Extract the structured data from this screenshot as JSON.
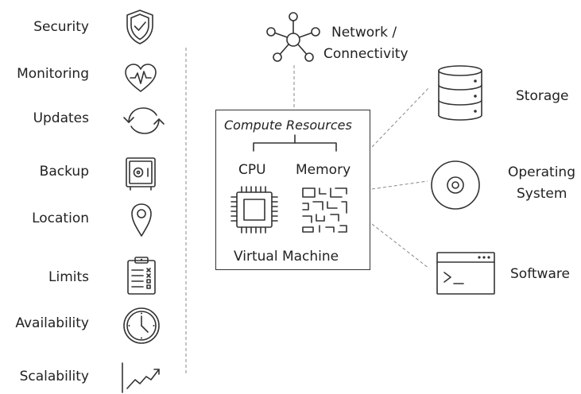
{
  "left_list": {
    "items": [
      {
        "label": "Security",
        "icon": "shield-check-icon"
      },
      {
        "label": "Monitoring",
        "icon": "heart-pulse-icon"
      },
      {
        "label": "Updates",
        "icon": "refresh-icon"
      },
      {
        "label": "Backup",
        "icon": "safe-icon"
      },
      {
        "label": "Location",
        "icon": "map-pin-icon"
      },
      {
        "label": "Limits",
        "icon": "clipboard-checklist-icon"
      },
      {
        "label": "Availability",
        "icon": "clock-icon"
      },
      {
        "label": "Scalability",
        "icon": "trend-up-icon"
      }
    ]
  },
  "network": {
    "label_line1": "Network /",
    "label_line2": "Connectivity",
    "icon": "network-hub-icon"
  },
  "vm": {
    "title": "Compute Resources",
    "cpu_label": "CPU",
    "memory_label": "Memory",
    "footer": "Virtual Machine",
    "cpu_icon": "cpu-chip-icon",
    "memory_icon": "memory-circuit-icon"
  },
  "right_list": {
    "storage": {
      "label": "Storage",
      "icon": "database-icon"
    },
    "os": {
      "label_line1": "Operating",
      "label_line2": "System",
      "icon": "disc-icon"
    },
    "software": {
      "label": "Software",
      "icon": "terminal-window-icon"
    }
  }
}
